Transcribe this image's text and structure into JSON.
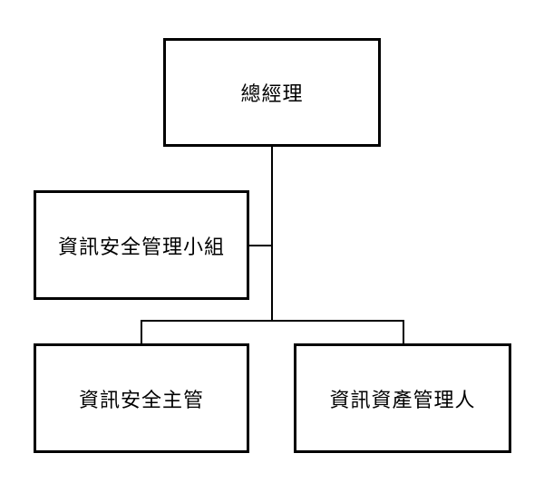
{
  "org_chart": {
    "general_manager": "總經理",
    "security_committee": "資訊安全管理小組",
    "security_officer": "資訊安全主管",
    "asset_manager": "資訊資產管理人"
  }
}
